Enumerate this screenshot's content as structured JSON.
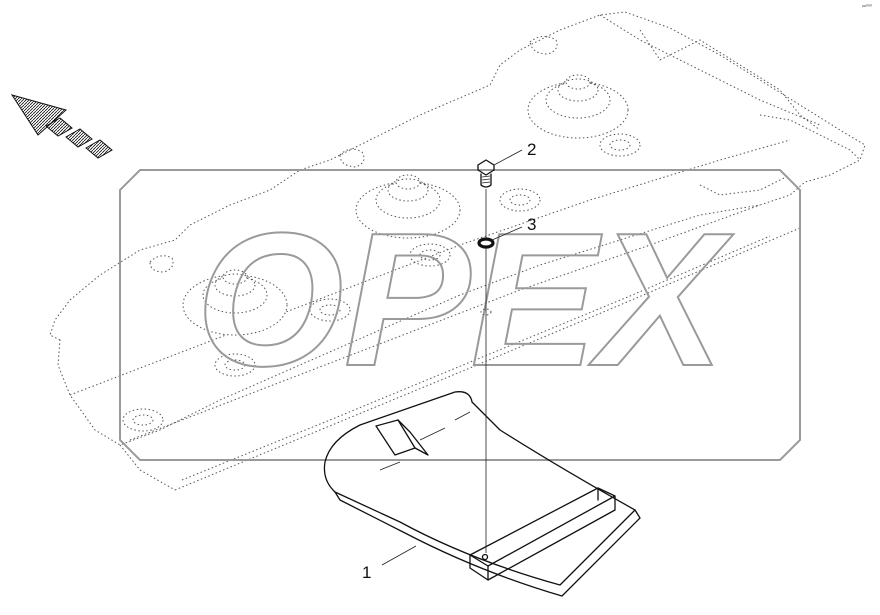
{
  "watermark": {
    "text": "OPEX"
  },
  "callouts": [
    {
      "id": "1",
      "label": "1"
    },
    {
      "id": "2",
      "label": "2"
    },
    {
      "id": "3",
      "label": "3"
    }
  ],
  "corner_code": "ᵖᵉ⁰⁰⁰",
  "icons": [
    "direction-arrow-icon"
  ]
}
